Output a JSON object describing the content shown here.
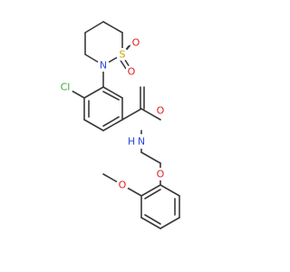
{
  "atoms": {
    "cl": {
      "text": "Cl",
      "color": "#3aa83a"
    },
    "n_ring": {
      "text": "N",
      "color": "#2b4bd8"
    },
    "s": {
      "text": "S",
      "color": "#c9a800"
    },
    "o_s_up": {
      "text": "O",
      "color": "#e02020"
    },
    "o_s_down": {
      "text": "O",
      "color": "#e02020"
    },
    "o_carbonyl": {
      "text": "O",
      "color": "#e02020"
    },
    "nh": {
      "text": "N",
      "color": "#2b4bd8"
    },
    "h_amide": {
      "text": "H",
      "color": "#2b4bd8"
    },
    "o_ether": {
      "text": "O",
      "color": "#e02020"
    },
    "o_methoxy": {
      "text": "O",
      "color": "#e02020"
    }
  },
  "colors": {
    "bond": "#3a3a3a",
    "background": "#ffffff"
  }
}
